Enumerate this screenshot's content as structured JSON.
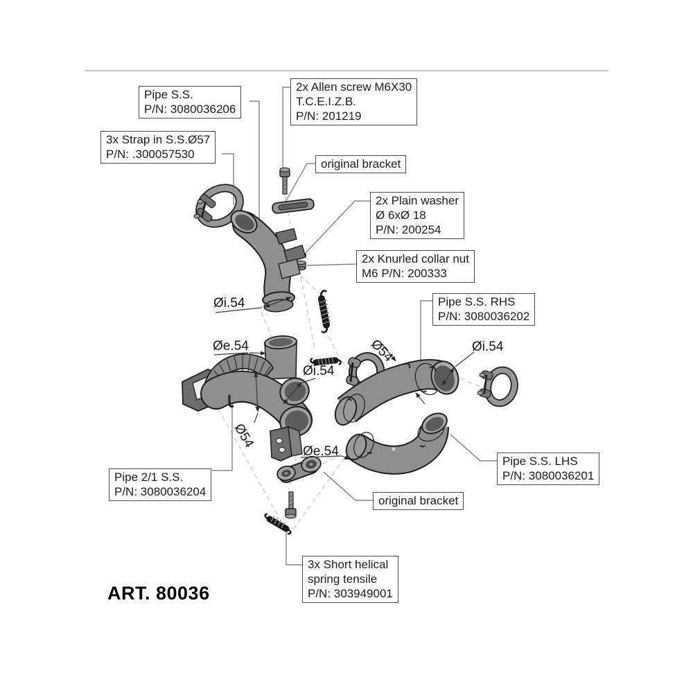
{
  "art_number": "ART. 80036",
  "labels": {
    "pipe_ss": [
      "Pipe S.S.",
      "P/N: 3080036206"
    ],
    "strap": [
      "3x Strap in S.S.Ø57",
      "P/N: .300057530"
    ],
    "allen_screw": [
      "2x Allen screw M6X30",
      "T.C.E.I.Z.B.",
      "P/N: 201219"
    ],
    "original_bracket_top": [
      "original bracket"
    ],
    "plain_washer": [
      "2x Plain washer",
      "Ø 6xØ 18",
      "P/N: 200254"
    ],
    "knurled_nut": [
      "2x Knurled collar nut",
      "M6 P/N: 200333"
    ],
    "pipe_rhs": [
      "Pipe S.S. RHS",
      "P/N: 3080036202"
    ],
    "pipe_21": [
      "Pipe 2/1 S.S.",
      "P/N: 3080036204"
    ],
    "pipe_lhs": [
      "Pipe S.S. LHS",
      "P/N: 3080036201"
    ],
    "original_bracket_bottom": [
      "original bracket"
    ],
    "helical_spring": [
      "3x Short helical",
      "spring tensile",
      "P/N: 303949001"
    ]
  },
  "dims": {
    "top_pipe_inner": "Øi.54",
    "stub_outer": "Øe.54",
    "outlet_inner": "Øi.54",
    "collector_diameter": "Ø54",
    "rhs_diameter": "Ø54",
    "rhs_inner": "Øi.54",
    "lhs_outer": "Øe.54"
  },
  "colors": {
    "pipe_fill": "#8f8f8f",
    "outline": "#1e1e1e",
    "leader_line": "#6f6f6f",
    "dashed_line": "#c3c3c3",
    "page_edge": "#c9c9c9"
  }
}
